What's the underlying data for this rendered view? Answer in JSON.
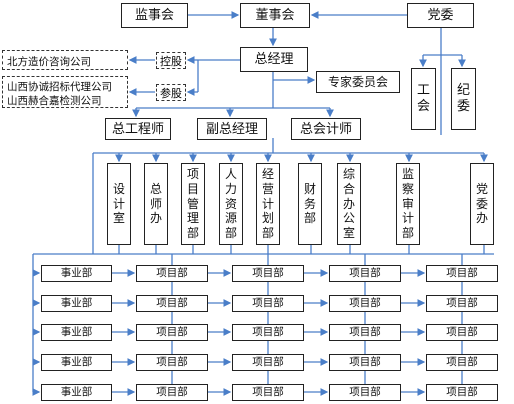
{
  "top": {
    "supervisory": "监事会",
    "board": "董事会",
    "party": "党委"
  },
  "gm": "总经理",
  "experts": "专家委员会",
  "union": "工会",
  "discipline": "纪委",
  "external": {
    "companies": [
      "北方造价咨询公司",
      "山西协诚招标代理公司",
      "山西赫合嘉检测公司"
    ],
    "relation_holding": "控股",
    "relation_share": "参股"
  },
  "deputies": [
    "总工程师",
    "副总经理",
    "总会计师"
  ],
  "departments": [
    "设计室",
    "总师办",
    "项目管理部",
    "人力资源部",
    "经营计划部",
    "财务部",
    "综合办公室",
    "监察审计部",
    "党委办"
  ],
  "rows": [
    {
      "division": "事业部",
      "projects": [
        "项目部",
        "项目部",
        "项目部",
        "项目部"
      ]
    },
    {
      "division": "事业部",
      "projects": [
        "项目部",
        "项目部",
        "项目部",
        "项目部"
      ]
    },
    {
      "division": "事业部",
      "projects": [
        "项目部",
        "项目部",
        "项目部",
        "项目部"
      ]
    },
    {
      "division": "事业部",
      "projects": [
        "项目部",
        "项目部",
        "项目部",
        "项目部"
      ]
    },
    {
      "division": "事业部",
      "projects": [
        "项目部",
        "项目部",
        "项目部",
        "项目部"
      ]
    }
  ],
  "colors": {
    "line": "#4a7ec8",
    "border": "#222222"
  }
}
